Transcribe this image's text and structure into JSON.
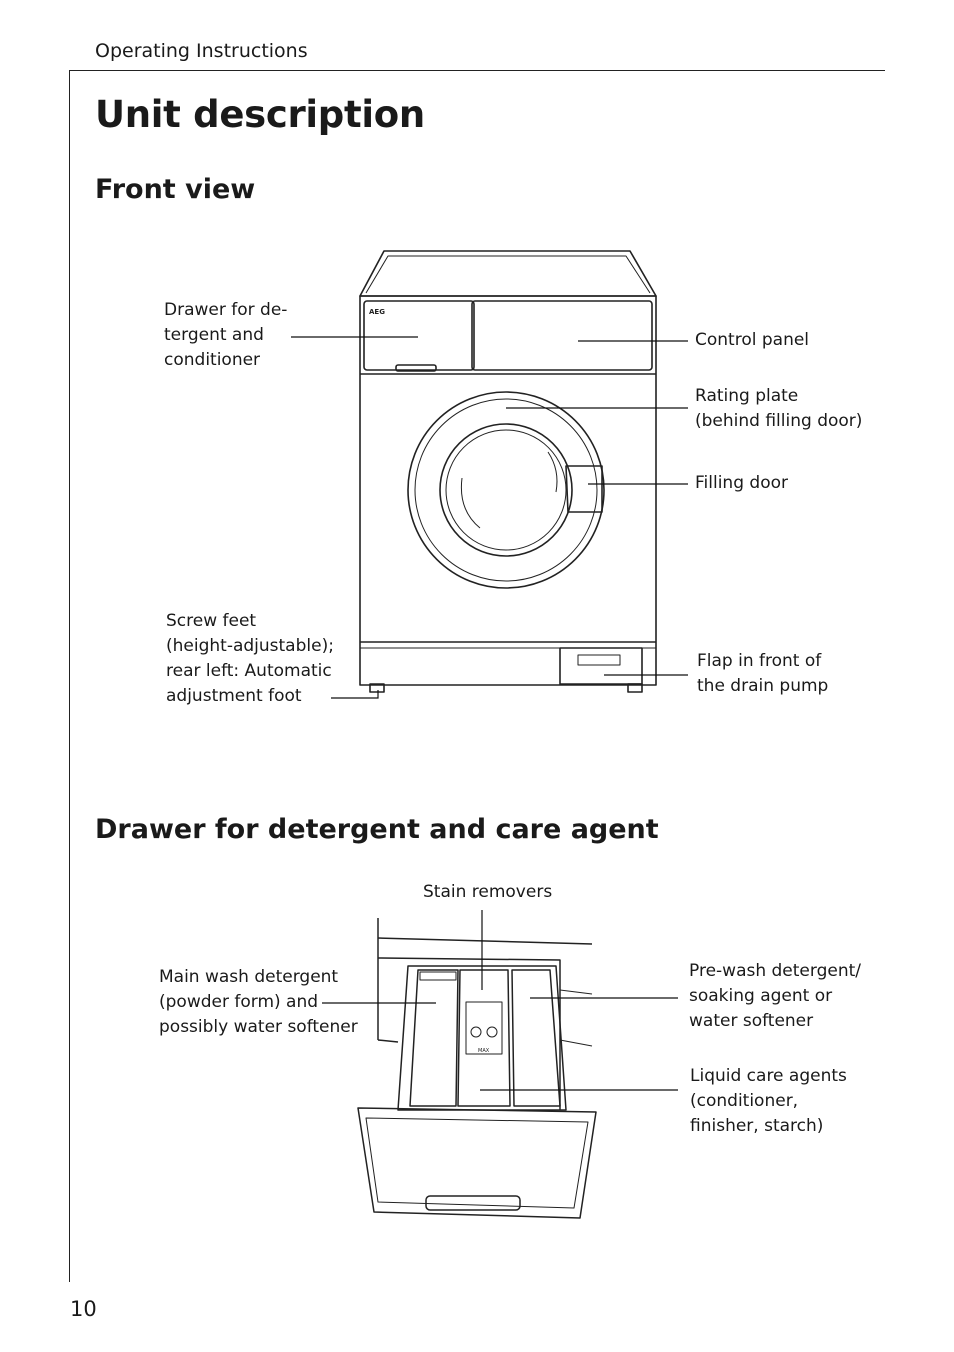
{
  "header": {
    "title": "Operating Instructions"
  },
  "page": {
    "title": "Unit description",
    "number": "10"
  },
  "front_view": {
    "heading": "Front view",
    "brand": "AEG",
    "labels": {
      "drawer": "Drawer for de-\ntergent and\nconditioner",
      "control_panel": "Control panel",
      "rating_plate": "Rating plate\n(behind filling door)",
      "filling_door": "Filling door",
      "screw_feet": "Screw feet\n(height-adjustable);\nrear left: Automatic\nadjustment foot",
      "drain_flap": "Flap in front of\nthe drain pump"
    }
  },
  "drawer_section": {
    "heading": "Drawer for detergent and care agent",
    "max_mark": "MAX",
    "labels": {
      "stain_removers": "Stain removers",
      "main_wash": "Main wash detergent\n(powder form) and\npossibly water softener",
      "prewash": "Pre-wash detergent/\nsoaking agent or\nwater softener",
      "liquid_care": "Liquid care agents\n(conditioner,\nfinisher, starch)"
    }
  }
}
